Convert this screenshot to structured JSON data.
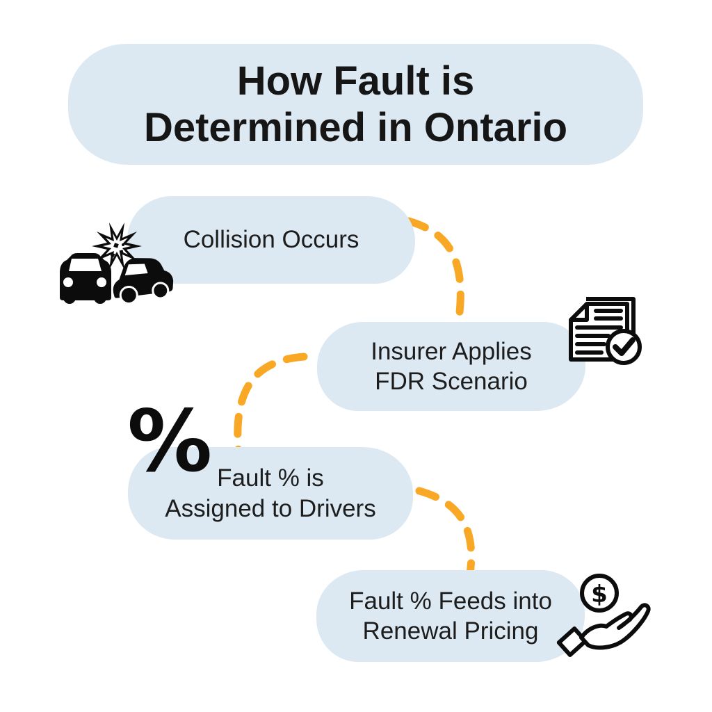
{
  "title": {
    "line1": "How Fault is",
    "line2": "Determined in Ontario"
  },
  "steps": [
    {
      "label_lines": [
        "Collision Occurs"
      ],
      "icon": "car-collision"
    },
    {
      "label_lines": [
        "Insurer Applies",
        "FDR Scenario"
      ],
      "icon": "document-check"
    },
    {
      "label_lines": [
        "Fault % is",
        "Assigned to Drivers"
      ],
      "icon": "percent-sign"
    },
    {
      "label_lines": [
        "Fault % Feeds into",
        "Renewal Pricing"
      ],
      "icon": "hand-with-dollar-coin"
    }
  ],
  "icons": {
    "percent_symbol": "%",
    "dollar_symbol": "$"
  },
  "colors": {
    "bubble": "#dce9f2",
    "connector": "#f9a826",
    "text": "#1d1d1d",
    "icon": "#0c0c0c",
    "background": "#ffffff"
  }
}
